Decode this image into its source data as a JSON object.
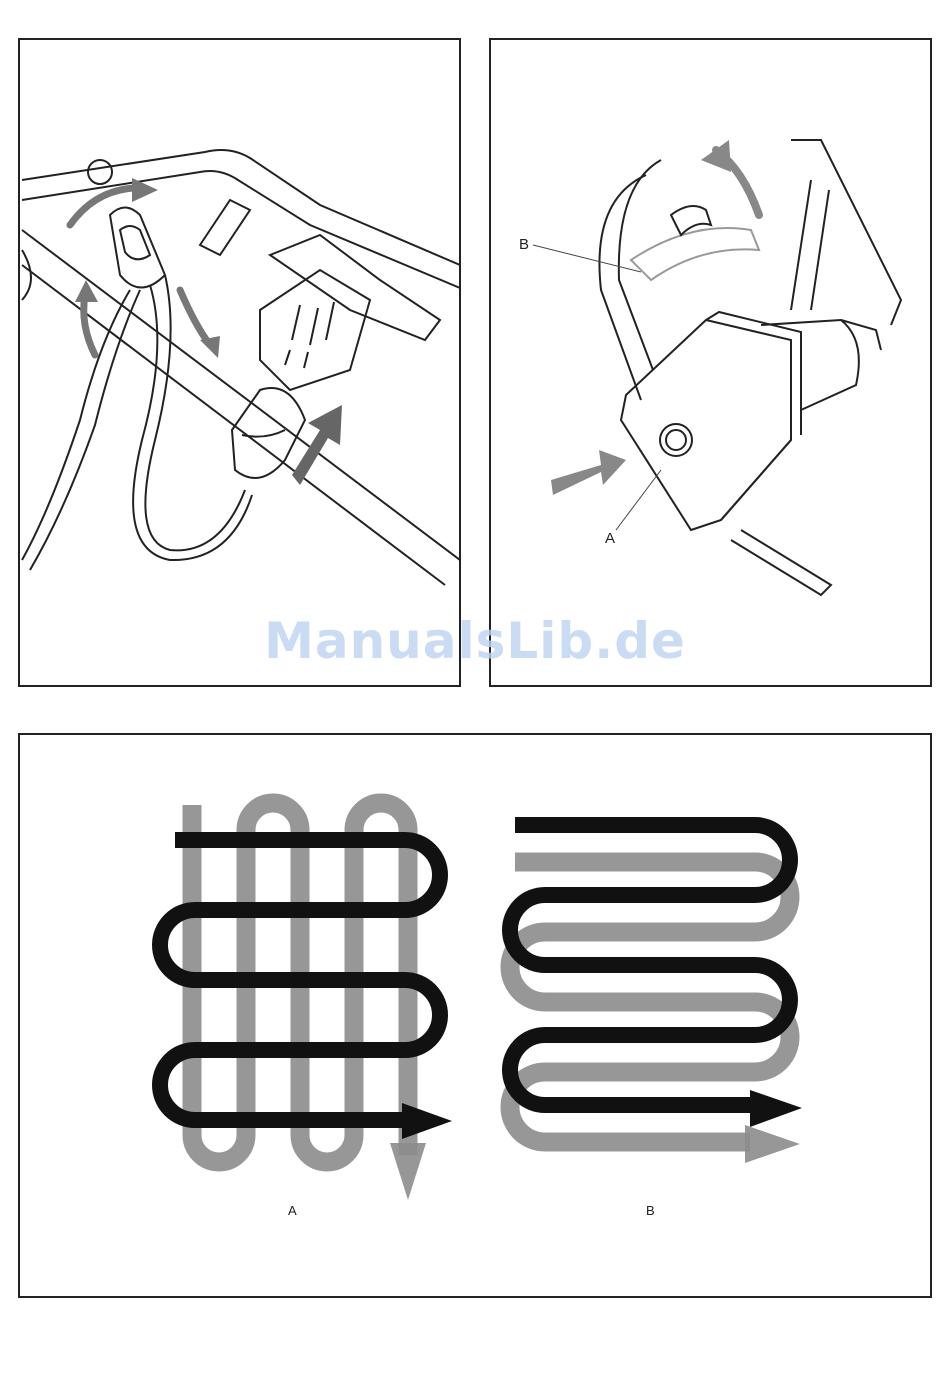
{
  "figure2": {
    "label_b": "B",
    "label_a": "A"
  },
  "figure3": {
    "caption_a": "A",
    "caption_b": "B"
  },
  "watermark": "ManualsLib.de",
  "colors": {
    "dark": "#111111",
    "gray": "#8c8c8c",
    "border": "#222222"
  },
  "icons": [
    "cable-hook-illustration",
    "switch-box-illustration",
    "mowing-pattern-a",
    "mowing-pattern-b"
  ]
}
